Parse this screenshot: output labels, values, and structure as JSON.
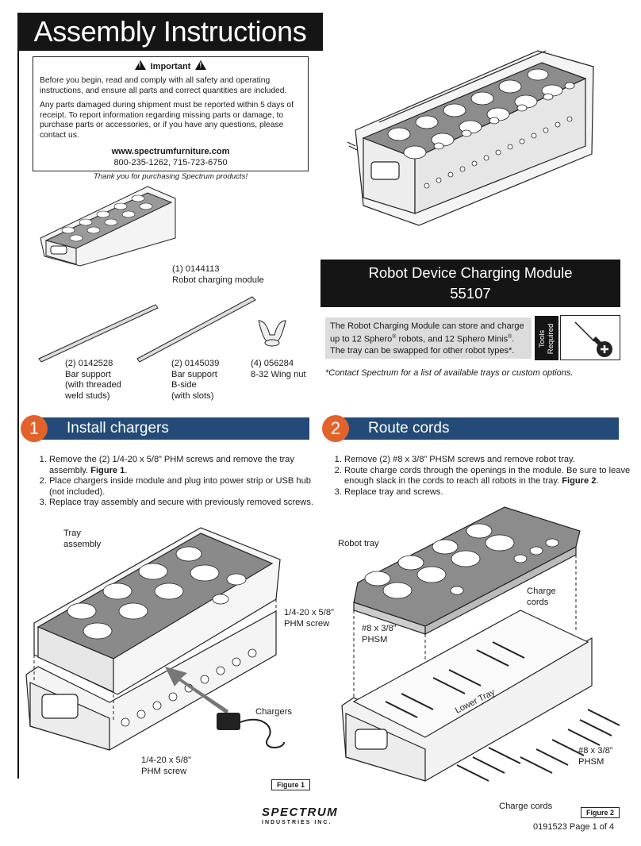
{
  "header": {
    "title": "Assembly Instructions"
  },
  "important": {
    "heading": "Important",
    "para1": "Before you begin, read and comply with all safety and operating instructions, and ensure all parts and correct quantities are included.",
    "para2": "Any parts damaged during shipment must be reported within 5 days of receipt. To report information regarding missing parts or damage, to purchase parts or accessories, or if you have any questions, please contact us.",
    "website": "www.spectrumfurniture.com",
    "phone": "800-235-1262, 715-723-6750",
    "thanks": "Thank you for purchasing Spectrum products!"
  },
  "parts": [
    {
      "line1": "(1) 0144113",
      "line2": "Robot charging module",
      "line3": "",
      "line4": ""
    },
    {
      "line1": "(2) 0142528",
      "line2": "Bar support",
      "line3": "(with threaded",
      "line4": "weld studs)"
    },
    {
      "line1": "(2) 0145039",
      "line2": "Bar support",
      "line3": "B-side",
      "line4": "(with slots)"
    },
    {
      "line1": "(4) 056284",
      "line2": "8-32 Wing nut",
      "line3": "",
      "line4": ""
    }
  ],
  "product": {
    "name": "Robot Device Charging Module",
    "number": "55107",
    "desc1": "The Robot Charging Module can store and charge",
    "desc2a": "up to 12 Sphero",
    "desc2b": " robots, and 12 Sphero Minis",
    "desc2c": ".",
    "desc3": "The tray can be swapped for other robot types*.",
    "reg": "®",
    "tools_label": "Tools Required",
    "contact_note": "*Contact Spectrum for a list of available trays or custom options."
  },
  "step1": {
    "number": "1",
    "title": "Install chargers",
    "items": [
      {
        "text": "Remove the (2) 1/4-20 x 5/8” PHM screws and remove the tray assembly. ",
        "ref": "Figure 1",
        "tail": "."
      },
      {
        "text": "Place chargers inside module and plug into power strip or USB hub (not included).",
        "ref": "",
        "tail": ""
      },
      {
        "text": "Replace tray assembly and secure with previously removed screws.",
        "ref": "",
        "tail": ""
      }
    ],
    "callouts": {
      "tray_a": "Tray",
      "tray_b": "assembly",
      "screw_top_a": "1/4-20 x 5/8”",
      "screw_top_b": "PHM screw",
      "chargers": "Chargers",
      "screw_bottom_a": "1/4-20 x 5/8”",
      "screw_bottom_b": "PHM screw"
    },
    "figure": "Figure 1"
  },
  "step2": {
    "number": "2",
    "title": "Route cords",
    "items": [
      {
        "text": "Remove (2) #8 x 3/8” PHSM screws and remove robot tray.",
        "ref": "",
        "tail": ""
      },
      {
        "text": "Route charge cords through the openings in the module.  Be sure to leave enough slack in the cords to reach all robots in the tray.  ",
        "ref": "Figure 2",
        "tail": "."
      },
      {
        "text": "Replace tray and screws.",
        "ref": "",
        "tail": ""
      }
    ],
    "callouts": {
      "robot_tray": "Robot tray",
      "charge_a": "Charge",
      "charge_b": "cords",
      "phsm_left_a": "#8 x 3/8”",
      "phsm_left_b": "PHSM",
      "lower_tray": "Lower Tray",
      "phsm_right_a": "#8 x 3/8”",
      "phsm_right_b": "PHSM",
      "charge_cords": "Charge cords"
    },
    "figure": "Figure 2"
  },
  "footer": {
    "logo_main": "SPECTRUM",
    "logo_sub": "INDUSTRIES INC.",
    "page": "0191523 Page 1 of 4"
  }
}
